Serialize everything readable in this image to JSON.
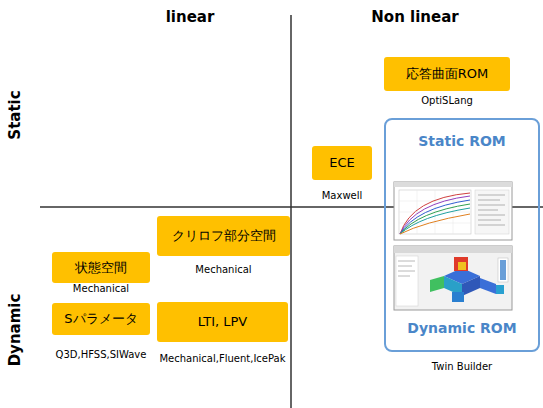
{
  "diagram": {
    "nodes": [
      {
        "text": [
          "応答曲面ROM",
          "OptiSLang"
        ]
      },
      {
        "text": [
          "ECE",
          "Maxwell"
        ]
      },
      {
        "text": [
          "Static ROM",
          "Dynamic ROM",
          "Twin Builder"
        ]
      },
      {
        "text": [
          "クリロフ部分空間",
          "Mechanical"
        ]
      },
      {
        "text": [
          "状態空間",
          "Mechanical"
        ]
      },
      {
        "text": [
          "Sパラメータ",
          "Q3D,HFSS,SIWave"
        ]
      },
      {
        "text": [
          "LTI, LPV",
          "Mechanical,Fluent,IcePak"
        ]
      }
    ],
    "labels": [
      "linear",
      "Non linear",
      "Static",
      "Dynamic"
    ]
  }
}
